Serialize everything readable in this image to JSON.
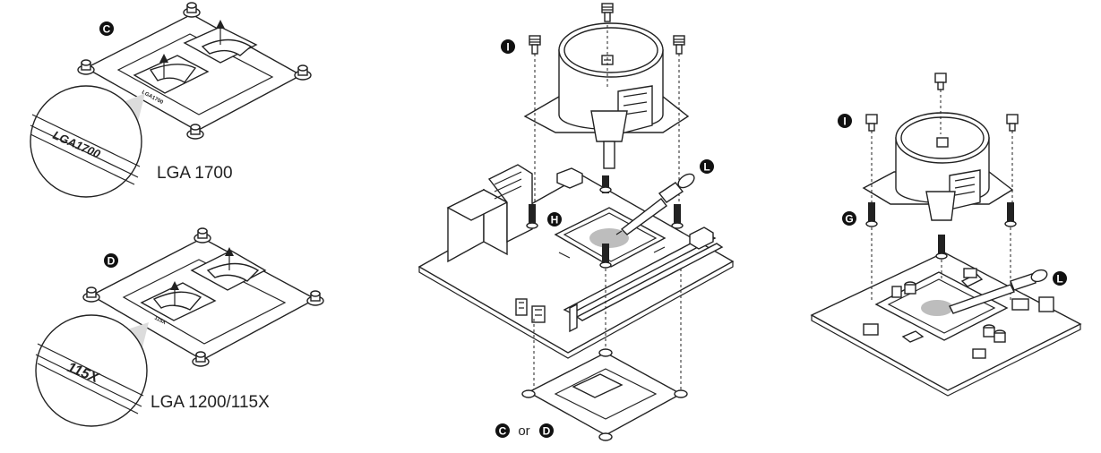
{
  "backplates": [
    {
      "badge": "C",
      "mark": "LGA1700",
      "caption": "LGA 1700"
    },
    {
      "badge": "D",
      "mark": "115X",
      "caption": "LGA 1200/115X"
    }
  ],
  "assembly": {
    "badges": [
      "I",
      "H",
      "L",
      "C",
      "D",
      "I",
      "G",
      "L"
    ],
    "or_text": "or"
  },
  "colors": {
    "line": "#222222",
    "fill": "#ffffff",
    "shade": "#dedede",
    "badge": "#111111"
  }
}
